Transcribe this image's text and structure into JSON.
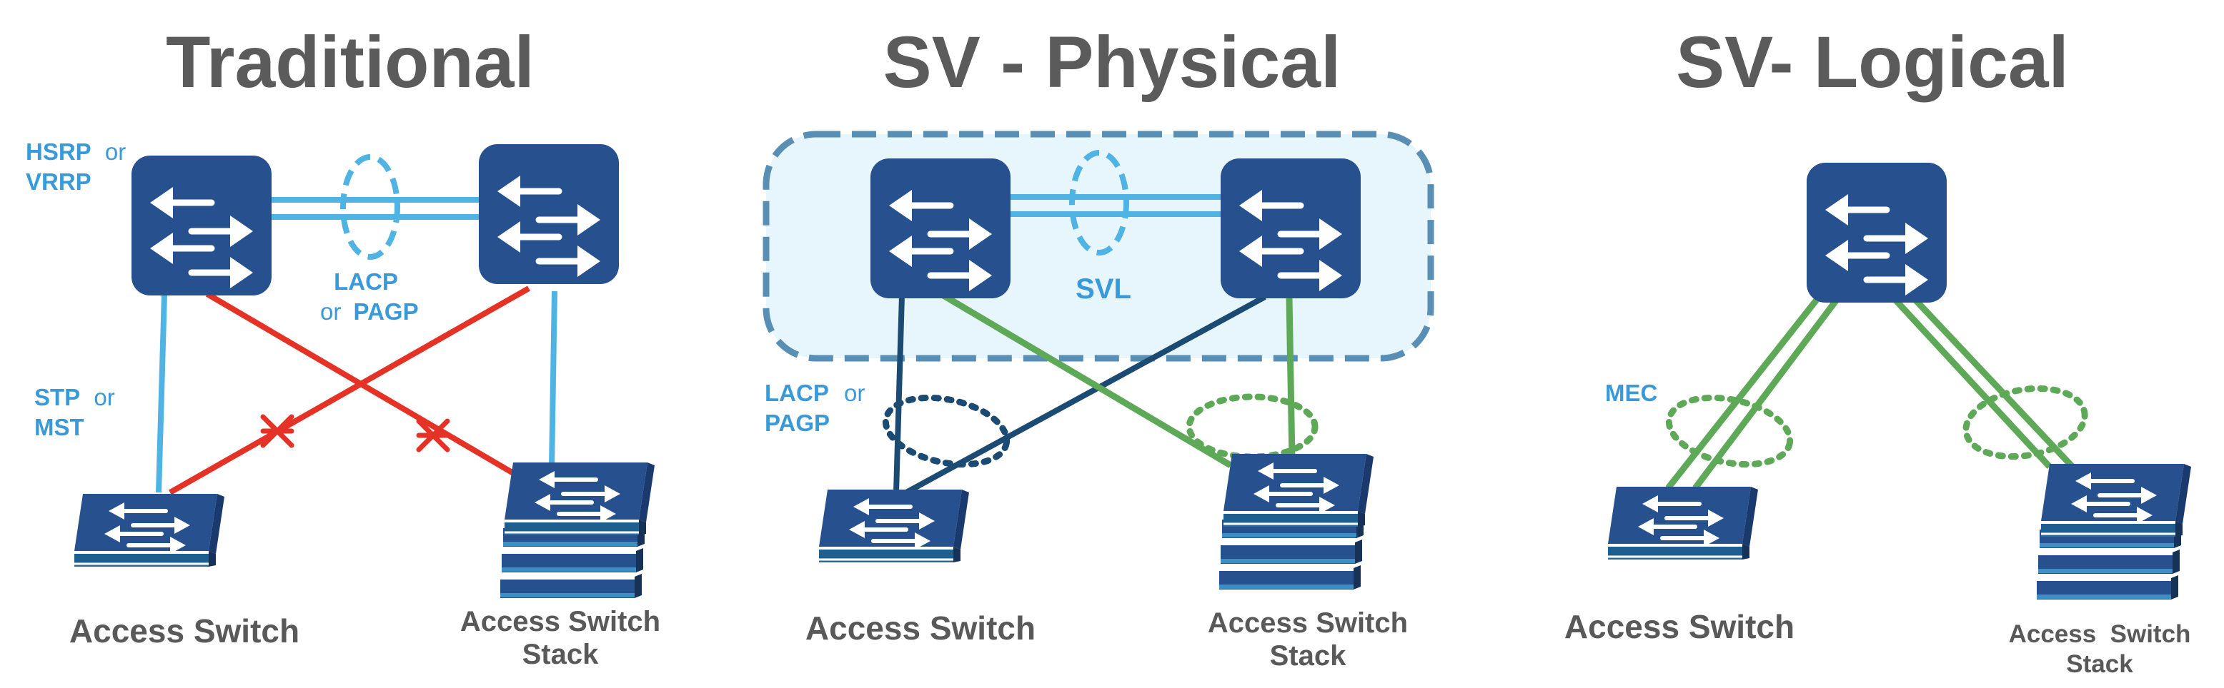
{
  "panels": {
    "traditional": {
      "title": "Traditional",
      "fhrp_label_line1": "HSRP",
      "fhrp_label_or": "or",
      "fhrp_label_line2": "VRRP",
      "lacp_label_line1": "LACP",
      "lacp_label_or": "or",
      "lacp_label_line2": "PAGP",
      "stp_label_line1": "STP",
      "stp_label_or": "or",
      "stp_label_line2": "MST",
      "access_switch_label": "Access Switch",
      "stack_label_line1": "Access Switch",
      "stack_label_line2": "Stack"
    },
    "sv_physical": {
      "title": "SV - Physical",
      "svl_label": "SVL",
      "lacp_label_line1": "LACP",
      "lacp_label_or": "or",
      "lacp_label_line2": "PAGP",
      "access_switch_label": "Access Switch",
      "stack_label_line1": "Access Switch",
      "stack_label_line2": "Stack"
    },
    "sv_logical": {
      "title": "SV- Logical",
      "mec_label": "MEC",
      "access_switch_label": "Access Switch",
      "stack_label_line1": "Access  Switch",
      "stack_label_line2": "Stack"
    }
  },
  "colors": {
    "switch_blue": "#27508f",
    "title_gray": "#5b5b5b",
    "label_blue": "#3a9ad9",
    "link_lightblue": "#4fb3e3",
    "link_red": "#e43326",
    "link_navy": "#1b4a72",
    "link_green": "#5ea957",
    "svl_domain_fill": "#e6f6fc",
    "svl_domain_border": "#5a8fb5"
  }
}
